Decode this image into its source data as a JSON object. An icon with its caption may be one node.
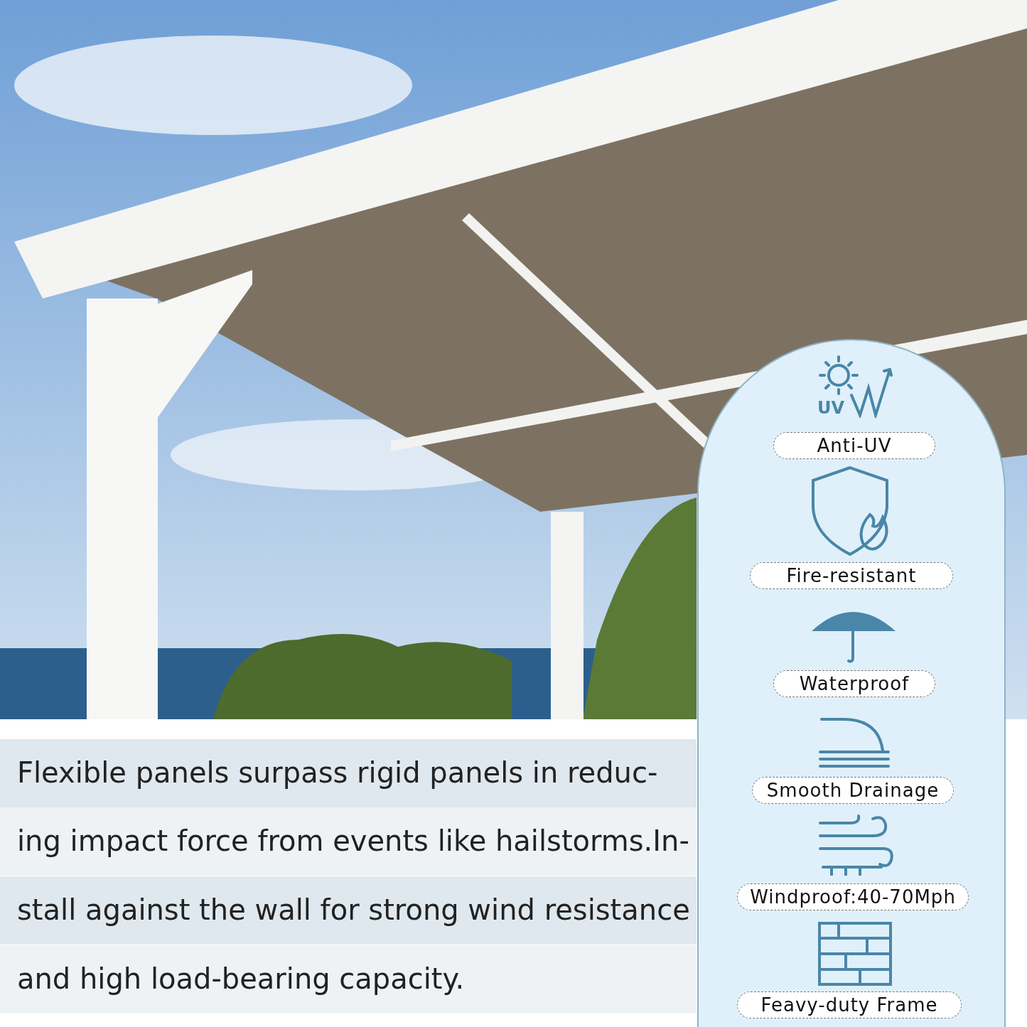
{
  "diagram": {
    "labels": [
      "UV",
      "Anti-UV",
      "Fire-resistant",
      "Waterproof",
      "Smooth Drainage",
      "Windproof:40-70Mph",
      "Feavy-duty Frame",
      "Flexible panels surpass rigid panels in reduc-",
      "ing impact force from events like hailstorms.In-",
      "stall against the wall for strong wind resistance",
      "and high load-bearing capacity."
    ]
  }
}
